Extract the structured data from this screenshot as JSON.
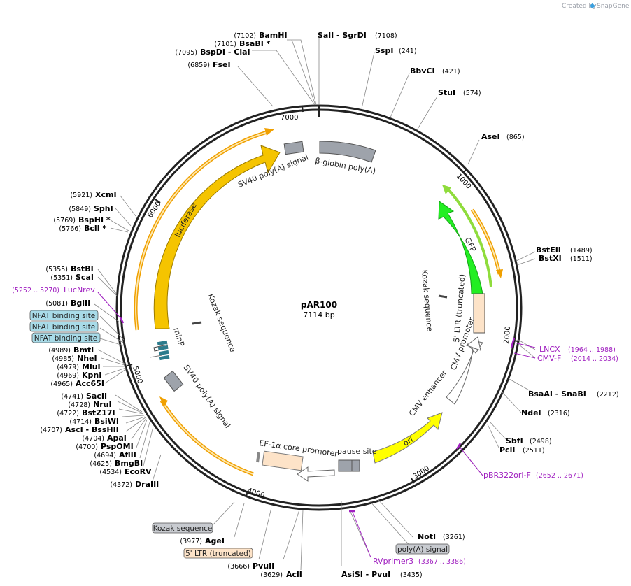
{
  "plasmid": {
    "name": "pAR100",
    "length_label": "7114 bp"
  },
  "credit": {
    "prefix": "Created by",
    "brand": "SnapGene"
  },
  "tick_labels": [
    "1000",
    "2000",
    "3000",
    "4000",
    "5000",
    "6000",
    "7000"
  ],
  "sites": [
    {
      "name": "BamHI",
      "pos": "(7102)"
    },
    {
      "name": "BsaBI *",
      "pos": "(7101)"
    },
    {
      "name": "BspDI - ClaI",
      "pos": "(7095)"
    },
    {
      "name": "FseI",
      "pos": "(6859)"
    },
    {
      "name": "SalI - SgrDI",
      "pos": "(7108)"
    },
    {
      "name": "SspI",
      "pos": "(241)"
    },
    {
      "name": "BbvCI",
      "pos": "(421)"
    },
    {
      "name": "StuI",
      "pos": "(574)"
    },
    {
      "name": "AseI",
      "pos": "(865)"
    },
    {
      "name": "BstEII",
      "pos": "(1489)"
    },
    {
      "name": "BstXI",
      "pos": "(1511)"
    },
    {
      "name": "BsaAI - SnaBI",
      "pos": "(2212)"
    },
    {
      "name": "NdeI",
      "pos": "(2316)"
    },
    {
      "name": "SbfI",
      "pos": "(2498)"
    },
    {
      "name": "PciI",
      "pos": "(2511)"
    },
    {
      "name": "NotI",
      "pos": "(3261)"
    },
    {
      "name": "AsiSI - PvuI",
      "pos": "(3435)"
    },
    {
      "name": "AclI",
      "pos": "(3629)"
    },
    {
      "name": "PvuII",
      "pos": "(3666)"
    },
    {
      "name": "AgeI",
      "pos": "(3977)"
    },
    {
      "name": "DraIII",
      "pos": "(4372)"
    },
    {
      "name": "EcoRV",
      "pos": "(4534)"
    },
    {
      "name": "BmgBI",
      "pos": "(4625)"
    },
    {
      "name": "AflII",
      "pos": "(4694)"
    },
    {
      "name": "PspOMI",
      "pos": "(4700)"
    },
    {
      "name": "ApaI",
      "pos": "(4704)"
    },
    {
      "name": "AscI - BssHII",
      "pos": "(4707)"
    },
    {
      "name": "BsiWI",
      "pos": "(4714)"
    },
    {
      "name": "BstZ17I",
      "pos": "(4722)"
    },
    {
      "name": "NruI",
      "pos": "(4728)"
    },
    {
      "name": "SacII",
      "pos": "(4741)"
    },
    {
      "name": "Acc65I",
      "pos": "(4965)"
    },
    {
      "name": "KpnI",
      "pos": "(4969)"
    },
    {
      "name": "MluI",
      "pos": "(4979)"
    },
    {
      "name": "NheI",
      "pos": "(4985)"
    },
    {
      "name": "BmtI",
      "pos": "(4989)"
    },
    {
      "name": "BglII",
      "pos": "(5081)"
    },
    {
      "name": "ScaI",
      "pos": "(5351)"
    },
    {
      "name": "BstBI",
      "pos": "(5355)"
    },
    {
      "name": "BclI *",
      "pos": "(5766)"
    },
    {
      "name": "BspHI *",
      "pos": "(5769)"
    },
    {
      "name": "SphI",
      "pos": "(5849)"
    },
    {
      "name": "XcmI",
      "pos": "(5921)"
    }
  ],
  "primers": [
    {
      "name": "LNCX",
      "pos": "(1964 .. 1988)"
    },
    {
      "name": "CMV-F",
      "pos": "(2014 .. 2034)"
    },
    {
      "name": "pBR322ori-F",
      "pos": "(2652 .. 2671)"
    },
    {
      "name": "RVprimer3",
      "pos": "(3367 .. 3386)"
    },
    {
      "name": "LucNrev",
      "pos": "(5252 .. 5270)"
    }
  ],
  "box_labels": [
    {
      "text": "NFAT binding site",
      "color": "#a8dbe8"
    },
    {
      "text": "NFAT binding site",
      "color": "#a8dbe8"
    },
    {
      "text": "NFAT binding site",
      "color": "#a8dbe8"
    },
    {
      "text": "Kozak sequence",
      "color": "#c8cbd0"
    },
    {
      "text": "5' LTR (truncated)",
      "color": "#fde3c8"
    },
    {
      "text": "poly(A) signal",
      "color": "#c8cbd0"
    }
  ],
  "features": {
    "beta_globin": "β-globin poly(A)",
    "sv40_top": "SV40 poly(A) signal",
    "sv40_left": "SV40 poly(A) signal",
    "luciferase": "luciferase",
    "gfp": "GFP",
    "kozak_right": "Kozak sequence",
    "kozak_left": "Kozak sequence",
    "ltr": "5' LTR (truncated)",
    "cmv_promoter": "CMV promoter",
    "cmv_enhancer": "CMV enhancer",
    "ori": "ori",
    "pause_site": "pause site",
    "ef1a": "EF-1α core promoter",
    "minp": "minP"
  },
  "colors": {
    "backbone": "#222222",
    "luciferase": "#f5c400",
    "gfp": "#22ee22",
    "ori": "#ffff00",
    "ltr": "#fde3c8",
    "polya": "#9ea3ab",
    "nfat": "#2c7b8c",
    "primer": "#a020c0"
  }
}
